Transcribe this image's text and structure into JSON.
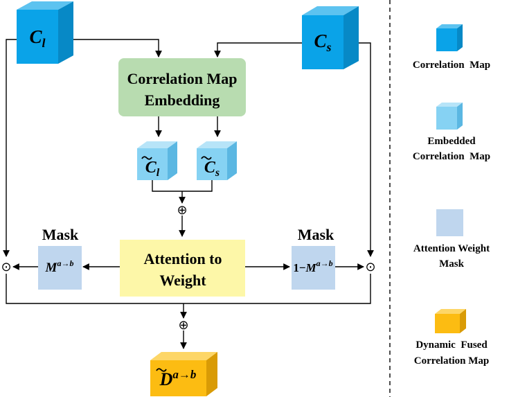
{
  "colors": {
    "correlation_cube": "#0aa3e8",
    "embedded_cube": "#86d2f3",
    "mask": "#bfd6ee",
    "embedding_box": "#b8dcb0",
    "attention_box": "#fdf7a8",
    "fused_cube": "#fcbc12",
    "line": "#000000"
  },
  "cubes": {
    "c_l": {
      "base": "C",
      "sub": "l"
    },
    "c_s": {
      "base": "C",
      "sub": "s"
    },
    "c_l_tilde": {
      "base": "C",
      "sub": "l"
    },
    "c_s_tilde": {
      "base": "C",
      "sub": "s"
    },
    "d_fused": {
      "base": "D",
      "sup": "a→b"
    }
  },
  "boxes": {
    "embedding": {
      "line1": "Correlation Map",
      "line2": "Embedding"
    },
    "attention": {
      "line1": "Attention to",
      "line2": "Weight"
    }
  },
  "masks": {
    "left": {
      "title": "Mask",
      "base": "M",
      "sup": "a→b"
    },
    "right": {
      "title": "Mask",
      "prefix": "1−",
      "base": "M",
      "sup": "a→b"
    }
  },
  "operators": {
    "plus": "⊕",
    "dot": "⊙"
  },
  "legend": [
    {
      "label_lines": [
        "Correlation  Map"
      ],
      "icon": "correlation-cube-icon"
    },
    {
      "label_lines": [
        "Embedded",
        "Correlation  Map"
      ],
      "icon": "embedded-cube-icon"
    },
    {
      "label_lines": [
        "Attention Weight",
        "Mask"
      ],
      "icon": "mask-square-icon"
    },
    {
      "label_lines": [
        "Dynamic  Fused",
        "Correlation Map"
      ],
      "icon": "fused-cube-icon"
    }
  ]
}
